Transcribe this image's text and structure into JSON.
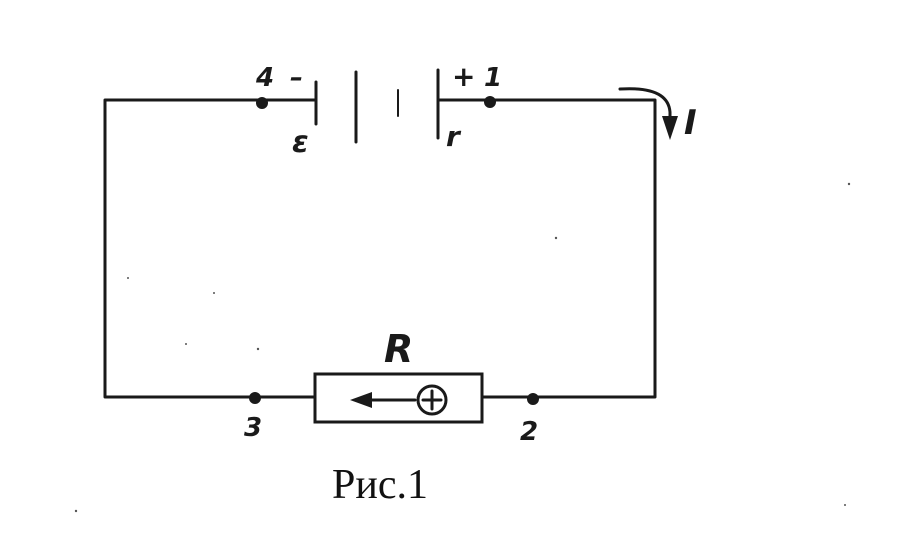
{
  "diagram": {
    "resistor_label": "R",
    "emf_label": "ε",
    "internal_resistance_label": "r",
    "current_label": "I",
    "battery_minus": "–",
    "battery_plus": "+",
    "nodes": {
      "n1": "1",
      "n2": "2",
      "n3": "3",
      "n4": "4"
    },
    "caption": "Рис.1"
  }
}
